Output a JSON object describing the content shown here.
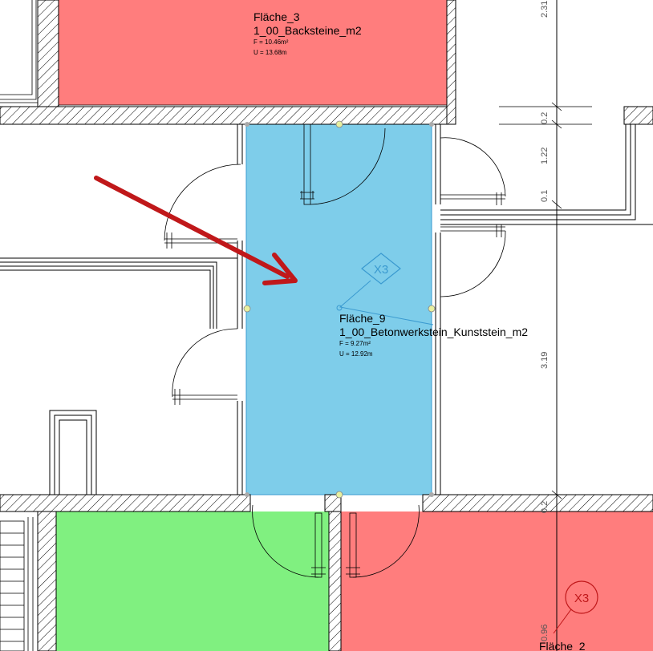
{
  "areas": {
    "flaeche_3": {
      "name": "Fläche_3",
      "material": "1_00_Backsteine_m2",
      "area": "F = 10.46m²",
      "perimeter": "U = 13.68m",
      "color": "#ff7d7d"
    },
    "flaeche_9": {
      "name": "Fläche_9",
      "material": "1_00_Betonwerkstein_Kunststein_m2",
      "area": "F = 9.27m²",
      "perimeter": "U = 12.92m",
      "color": "#7ecdea",
      "tag": "X3"
    },
    "flaeche_2": {
      "name": "Fläche_2",
      "color": "#ff7d7d",
      "tag": "X3"
    },
    "green_area": {
      "color": "#80f080"
    }
  },
  "dimensions": {
    "d1": "2.31",
    "d2": "0.2",
    "d3": "1.22",
    "d4": "0.1",
    "d5": "3.19",
    "d6": "0.2",
    "d7": "0.96"
  },
  "annotation": {
    "arrow_color": "#c0181a"
  }
}
